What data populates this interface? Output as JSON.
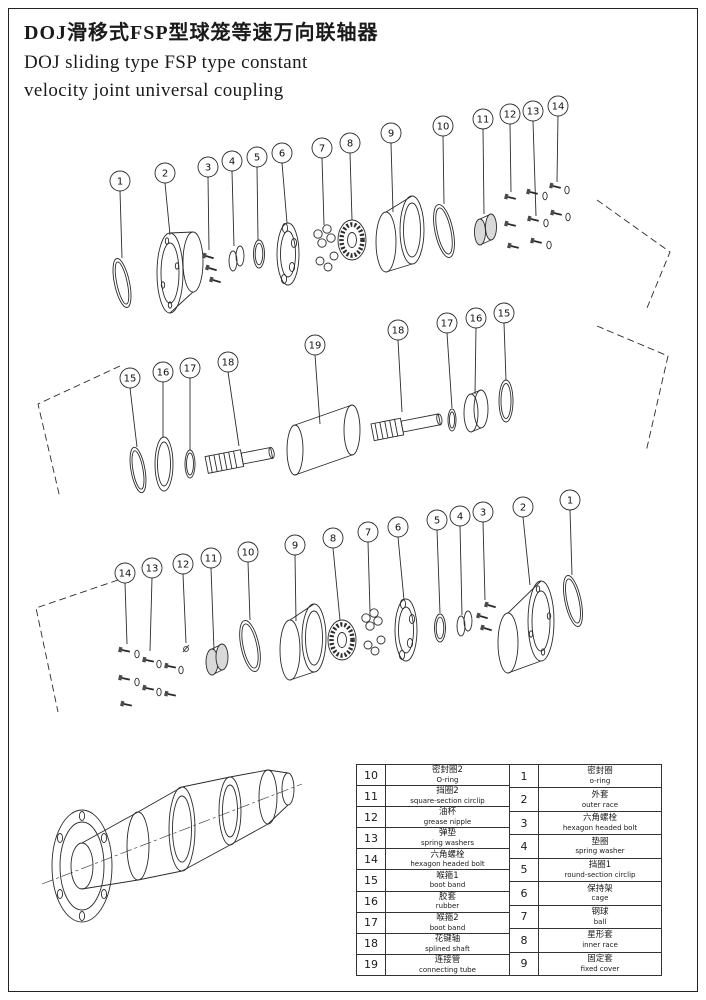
{
  "title": {
    "cn": "DOJ滑移式FSP型球笼等速万向联轴器",
    "en_line1": "DOJ sliding type FSP type constant",
    "en_line2": "velocity joint universal coupling"
  },
  "colors": {
    "ink": "#2b2b2b"
  },
  "callouts": {
    "top": [
      "1",
      "2",
      "3",
      "4",
      "5",
      "6",
      "7",
      "8",
      "9",
      "10",
      "11",
      "12",
      "13",
      "14"
    ],
    "middle": [
      "15",
      "16",
      "17",
      "18",
      "19",
      "18",
      "17",
      "16",
      "15"
    ],
    "bottom": [
      "14",
      "13",
      "12",
      "11",
      "10",
      "9",
      "8",
      "7",
      "6",
      "5",
      "4",
      "3",
      "2",
      "1"
    ]
  },
  "parts_table": {
    "left_rows": [
      {
        "num": "10",
        "cn": "密封圈2",
        "en": "O-ring"
      },
      {
        "num": "11",
        "cn": "挡圈2",
        "en": "square-section circlip"
      },
      {
        "num": "12",
        "cn": "油杯",
        "en": "grease nipple"
      },
      {
        "num": "13",
        "cn": "弹垫",
        "en": "spring washers"
      },
      {
        "num": "14",
        "cn": "六角螺栓",
        "en": "hexagon headed bolt"
      },
      {
        "num": "15",
        "cn": "喉箍1",
        "en": "boot band"
      },
      {
        "num": "16",
        "cn": "胶套",
        "en": "rubber"
      },
      {
        "num": "17",
        "cn": "喉箍2",
        "en": "boot band"
      },
      {
        "num": "18",
        "cn": "花键轴",
        "en": "splined shaft"
      },
      {
        "num": "19",
        "cn": "连接管",
        "en": "connecting tube"
      }
    ],
    "right_rows": [
      {
        "num": "1",
        "cn": "密封圈",
        "en": "o-ring"
      },
      {
        "num": "2",
        "cn": "外套",
        "en": "outer race"
      },
      {
        "num": "3",
        "cn": "六角螺栓",
        "en": "hexagon headed bolt"
      },
      {
        "num": "4",
        "cn": "垫圈",
        "en": "spring washer"
      },
      {
        "num": "5",
        "cn": "挡圈1",
        "en": "round-section circlip"
      },
      {
        "num": "6",
        "cn": "保持架",
        "en": "cage"
      },
      {
        "num": "7",
        "cn": "钢球",
        "en": "ball"
      },
      {
        "num": "8",
        "cn": "星形套",
        "en": "inner race"
      },
      {
        "num": "9",
        "cn": "固定套",
        "en": "fixed cover"
      }
    ]
  }
}
